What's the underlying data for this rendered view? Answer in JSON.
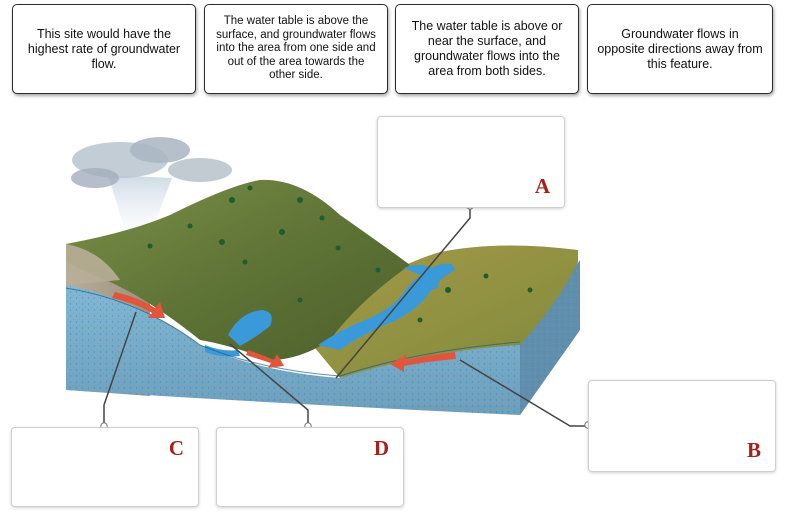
{
  "answer_cards": [
    {
      "text": "This site would have the highest rate of groundwater flow."
    },
    {
      "text": "The water table is above the surface, and groundwater flows into the area from one side and out of the area towards the other side."
    },
    {
      "text": "The water table is above or near the surface, and groundwater flows into the area from both sides."
    },
    {
      "text": "Groundwater flows in opposite directions away from this feature."
    }
  ],
  "drop_targets": [
    {
      "label": "A"
    },
    {
      "label": "B"
    },
    {
      "label": "C"
    },
    {
      "label": "D"
    }
  ],
  "colors": {
    "label_red": "#a8201a",
    "water_blue": "#3a9ad9",
    "arrow_red": "#e2553a"
  }
}
